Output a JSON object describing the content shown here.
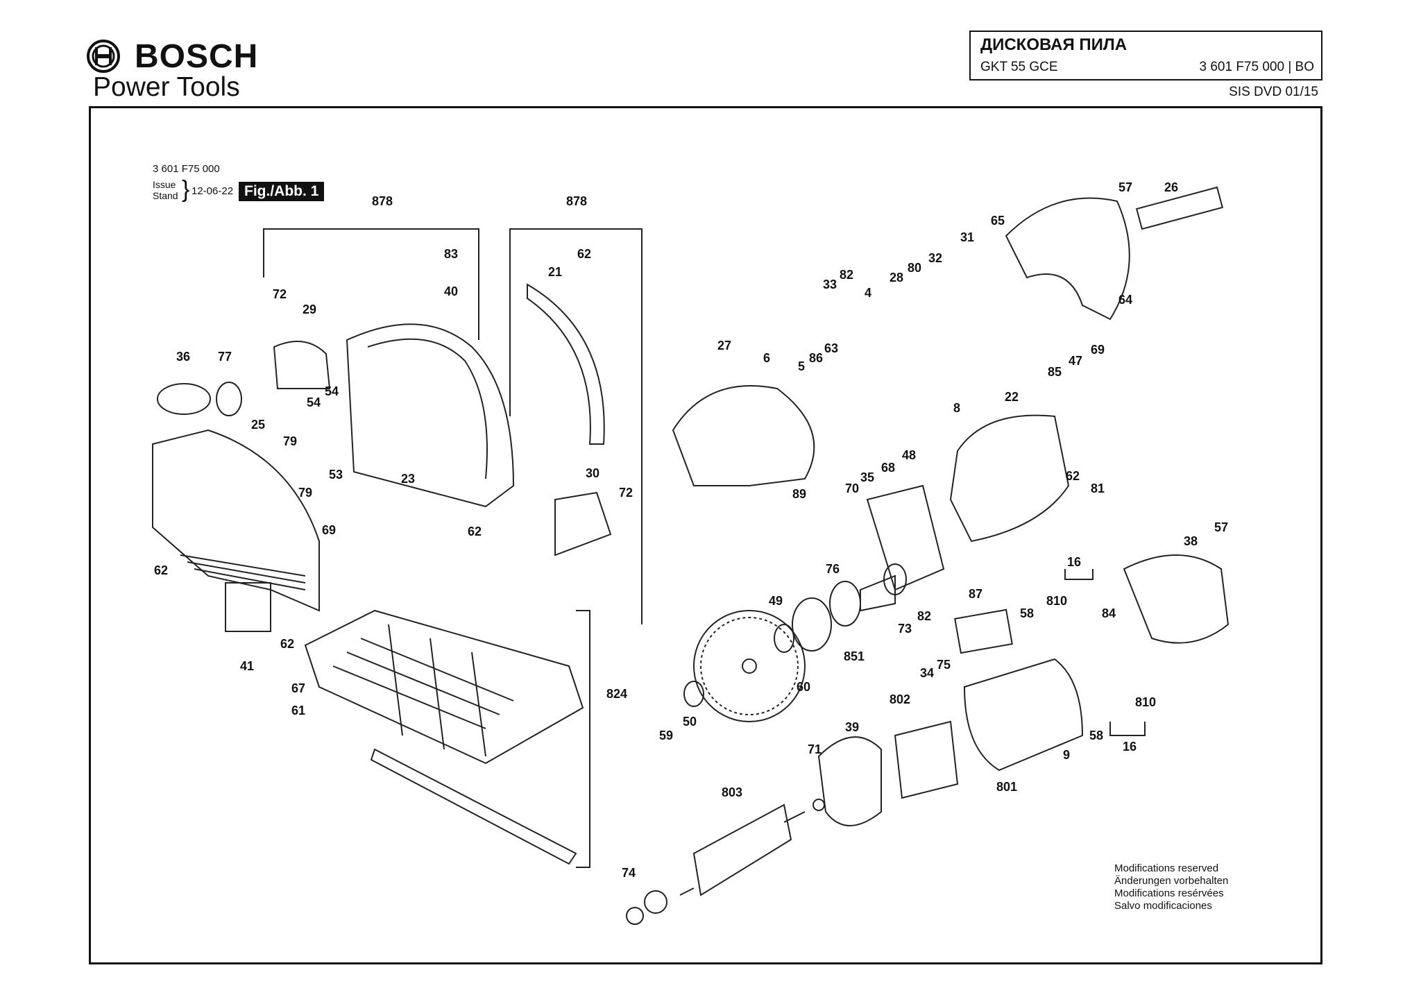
{
  "header": {
    "brand": "BOSCH",
    "subbrand": "Power Tools",
    "title": "ДИСКОВАЯ ПИЛА",
    "model": "GKT 55 GCE",
    "part_number": "3 601 F75 000 | BO",
    "edition": "SIS DVD 01/15"
  },
  "figure": {
    "tool_number": "3 601 F75 000",
    "issue_label_1": "Issue",
    "issue_label_2": "Stand",
    "issue_date": "12-06-22",
    "label": "Fig./Abb. 1"
  },
  "callouts": [
    {
      "id": "c878a",
      "text": "878"
    },
    {
      "id": "c878b",
      "text": "878"
    },
    {
      "id": "c83",
      "text": "83"
    },
    {
      "id": "c40",
      "text": "40"
    },
    {
      "id": "c62a",
      "text": "62"
    },
    {
      "id": "c21",
      "text": "21"
    },
    {
      "id": "c72a",
      "text": "72"
    },
    {
      "id": "c29",
      "text": "29"
    },
    {
      "id": "c36",
      "text": "36"
    },
    {
      "id": "c77",
      "text": "77"
    },
    {
      "id": "c54a",
      "text": "54"
    },
    {
      "id": "c54b",
      "text": "54"
    },
    {
      "id": "c25",
      "text": "25"
    },
    {
      "id": "c79a",
      "text": "79"
    },
    {
      "id": "c79b",
      "text": "79"
    },
    {
      "id": "c53",
      "text": "53"
    },
    {
      "id": "c23",
      "text": "23"
    },
    {
      "id": "c30",
      "text": "30"
    },
    {
      "id": "c72b",
      "text": "72"
    },
    {
      "id": "c62b",
      "text": "62"
    },
    {
      "id": "c69a",
      "text": "69"
    },
    {
      "id": "c62c",
      "text": "62"
    },
    {
      "id": "c41",
      "text": "41"
    },
    {
      "id": "c62d",
      "text": "62"
    },
    {
      "id": "c67",
      "text": "67"
    },
    {
      "id": "c61",
      "text": "61"
    },
    {
      "id": "c824",
      "text": "824"
    },
    {
      "id": "c57a",
      "text": "57"
    },
    {
      "id": "c26",
      "text": "26"
    },
    {
      "id": "c65",
      "text": "65"
    },
    {
      "id": "c31",
      "text": "31"
    },
    {
      "id": "c32",
      "text": "32"
    },
    {
      "id": "c80",
      "text": "80"
    },
    {
      "id": "c28",
      "text": "28"
    },
    {
      "id": "c82a",
      "text": "82"
    },
    {
      "id": "c33",
      "text": "33"
    },
    {
      "id": "c4",
      "text": "4"
    },
    {
      "id": "c64",
      "text": "64"
    },
    {
      "id": "c27",
      "text": "27"
    },
    {
      "id": "c6",
      "text": "6"
    },
    {
      "id": "c86",
      "text": "86"
    },
    {
      "id": "c63",
      "text": "63"
    },
    {
      "id": "c5",
      "text": "5"
    },
    {
      "id": "c69b",
      "text": "69"
    },
    {
      "id": "c47",
      "text": "47"
    },
    {
      "id": "c85",
      "text": "85"
    },
    {
      "id": "c22",
      "text": "22"
    },
    {
      "id": "c8",
      "text": "8"
    },
    {
      "id": "c48",
      "text": "48"
    },
    {
      "id": "c68",
      "text": "68"
    },
    {
      "id": "c35",
      "text": "35"
    },
    {
      "id": "c70",
      "text": "70"
    },
    {
      "id": "c89",
      "text": "89"
    },
    {
      "id": "c62e",
      "text": "62"
    },
    {
      "id": "c81",
      "text": "81"
    },
    {
      "id": "c57b",
      "text": "57"
    },
    {
      "id": "c38",
      "text": "38"
    },
    {
      "id": "c76",
      "text": "76"
    },
    {
      "id": "c49",
      "text": "49"
    },
    {
      "id": "c73",
      "text": "73"
    },
    {
      "id": "c82b",
      "text": "82"
    },
    {
      "id": "c851",
      "text": "851"
    },
    {
      "id": "c60",
      "text": "60"
    },
    {
      "id": "c87",
      "text": "87"
    },
    {
      "id": "c16a",
      "text": "16"
    },
    {
      "id": "c810a",
      "text": "810"
    },
    {
      "id": "c84",
      "text": "84"
    },
    {
      "id": "c58a",
      "text": "58"
    },
    {
      "id": "c75",
      "text": "75"
    },
    {
      "id": "c34",
      "text": "34"
    },
    {
      "id": "c802",
      "text": "802"
    },
    {
      "id": "c50",
      "text": "50"
    },
    {
      "id": "c59",
      "text": "59"
    },
    {
      "id": "c39",
      "text": "39"
    },
    {
      "id": "c71",
      "text": "71"
    },
    {
      "id": "c803",
      "text": "803"
    },
    {
      "id": "c801",
      "text": "801"
    },
    {
      "id": "c9",
      "text": "9"
    },
    {
      "id": "c58b",
      "text": "58"
    },
    {
      "id": "c16b",
      "text": "16"
    },
    {
      "id": "c810b",
      "text": "810"
    },
    {
      "id": "c74",
      "text": "74"
    }
  ],
  "notes": [
    "Modifications reserved",
    "Änderungen vorbehalten",
    "Modifications resérvées",
    "Salvo modificaciones"
  ]
}
